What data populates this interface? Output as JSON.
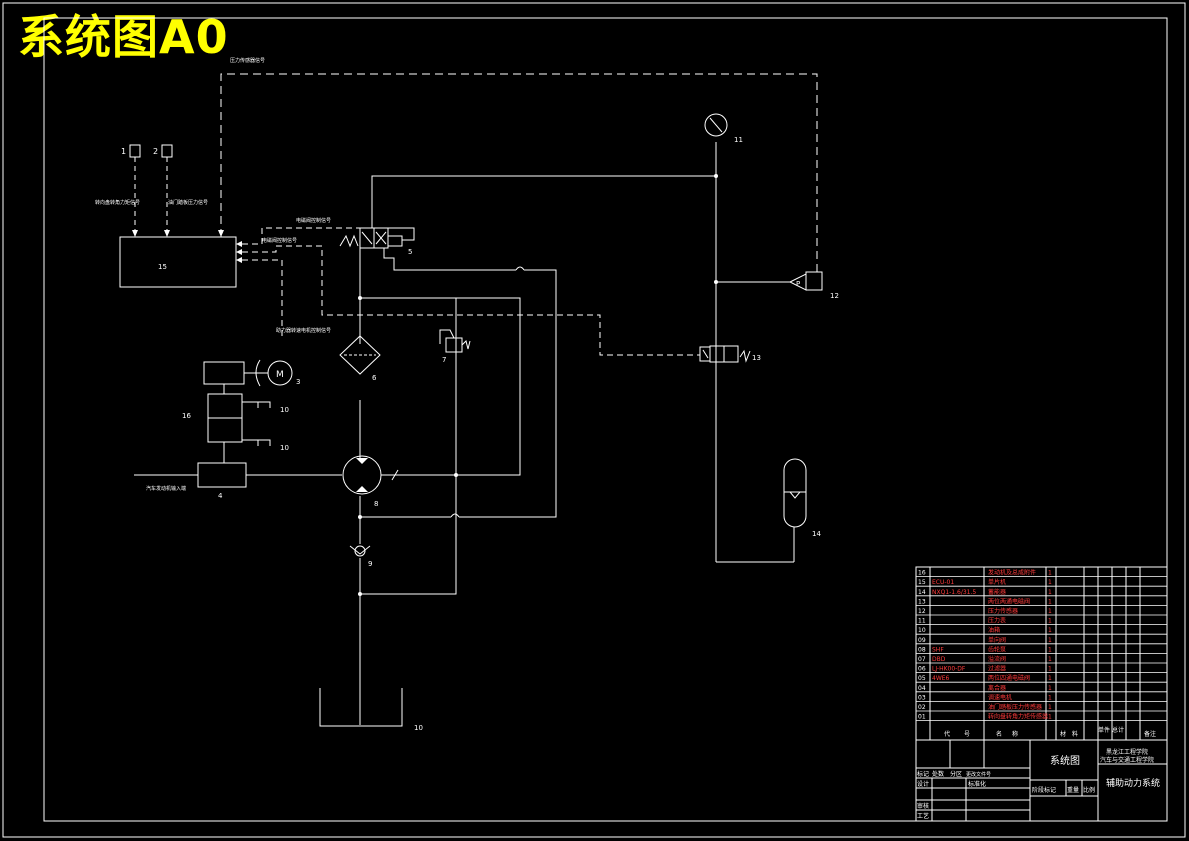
{
  "title": "系统图A0",
  "signals": {
    "pressure_feedback": "压力传感器信号",
    "in1": "转向盘转角力矩信号",
    "in2": "油门踏板压力信号",
    "sol_a": "电磁阀控制信号",
    "sol_b": "电磁阀控制信号",
    "motor": "助力器转速电机控制信号",
    "engine": "汽车发动机输入端"
  },
  "component_numbers": {
    "c1": "1",
    "c2": "2",
    "c3": "3",
    "c4": "4",
    "c5": "5",
    "c6": "6",
    "c7": "7",
    "c8": "8",
    "c9": "9",
    "c10a": "10",
    "c10b": "10",
    "c10c": "10",
    "c11": "11",
    "c12": "12",
    "c13": "13",
    "c14": "14",
    "c15": "15",
    "c16": "16"
  },
  "symbols": {
    "motor": "M",
    "pressure": "P"
  },
  "parts_list": [
    {
      "no": "16",
      "code": "",
      "name": "发动机及总成附件",
      "qty": "1"
    },
    {
      "no": "15",
      "code": "ECU-01",
      "name": "单片机",
      "qty": "1"
    },
    {
      "no": "14",
      "code": "NXQ1-1.6/31.5",
      "name": "蓄能器",
      "qty": "1"
    },
    {
      "no": "13",
      "code": "",
      "name": "两位两通电磁阀",
      "qty": "1"
    },
    {
      "no": "12",
      "code": "",
      "name": "压力传感器",
      "qty": "1"
    },
    {
      "no": "11",
      "code": "",
      "name": "压力表",
      "qty": "1"
    },
    {
      "no": "10",
      "code": "",
      "name": "油箱",
      "qty": "1"
    },
    {
      "no": "09",
      "code": "",
      "name": "单向阀",
      "qty": "1"
    },
    {
      "no": "08",
      "code": "SHF",
      "name": "齿轮泵",
      "qty": "1"
    },
    {
      "no": "07",
      "code": "DBD",
      "name": "溢流阀",
      "qty": "1"
    },
    {
      "no": "06",
      "code": "LJ-HK00-DF",
      "name": "过滤器",
      "qty": "1"
    },
    {
      "no": "05",
      "code": "4WE6",
      "name": "两位四通电磁阀",
      "qty": "1"
    },
    {
      "no": "04",
      "code": "",
      "name": "离合器",
      "qty": "1"
    },
    {
      "no": "03",
      "code": "",
      "name": "调速电机",
      "qty": "1"
    },
    {
      "no": "02",
      "code": "",
      "name": "油门踏板压力传感器",
      "qty": "1"
    },
    {
      "no": "01",
      "code": "",
      "name": "转向盘转角力矩传感器",
      "qty": "1"
    }
  ],
  "title_block": {
    "col_code": "代号",
    "col_name": "名称",
    "col_material": "材料",
    "col_single": "单件",
    "col_total": "总计",
    "col_remarks": "备注",
    "drawing_name": "系统图",
    "school_1": "黑龙江工程学院",
    "school_2": "汽车与交通工程学院",
    "product": "辅助动力系统",
    "mark": "标记",
    "count": "处数",
    "zone": "分区",
    "change_no": "更改文件号",
    "design": "设计",
    "standard": "标准化",
    "review": "审核",
    "process": "工艺",
    "stage": "阶段标记",
    "weight": "重量",
    "scale": "比例"
  }
}
